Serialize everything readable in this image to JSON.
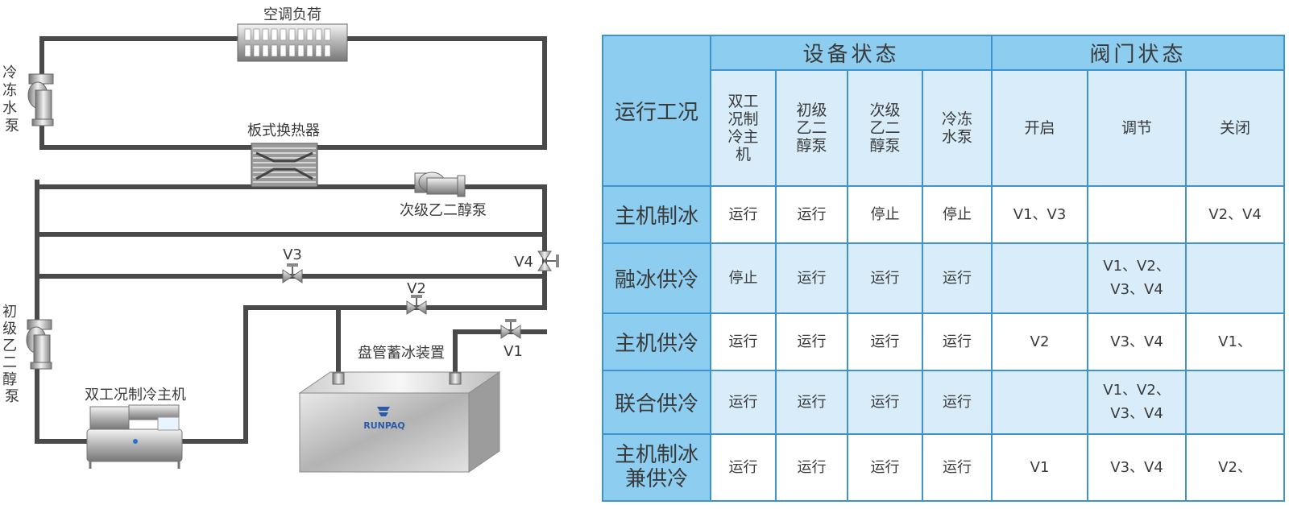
{
  "diagram": {
    "labels": {
      "ac_load": "空调负荷",
      "chilled_pump": "冷冻水泵",
      "plate_hx": "板式换热器",
      "secondary_pump": "次级乙二醇泵",
      "primary_pump": "初级乙二醇泵",
      "chiller": "双工况制冷主机",
      "ice_storage": "盘管蓄冰装置",
      "brand": "RUNPAQ"
    },
    "valves": {
      "v1": "V1",
      "v2": "V2",
      "v3": "V3",
      "v4": "V4"
    }
  },
  "table": {
    "corner": "运行工况",
    "groups": {
      "equipment": "设备状态",
      "valves": "阀门状态"
    },
    "equipment_cols": [
      "双工况制冷主机",
      "初级乙二醇泵",
      "次级乙二醇泵",
      "冷冻水泵"
    ],
    "valve_cols": [
      "开启",
      "调节",
      "关闭"
    ],
    "rows": [
      {
        "mode": "主机制冰",
        "cells": [
          "运行",
          "运行",
          "停止",
          "停止",
          "V1、V3",
          "",
          "V2、V4"
        ]
      },
      {
        "mode": "融冰供冷",
        "cells": [
          "停止",
          "运行",
          "运行",
          "运行",
          "",
          "V1、V2、\nV3、V4",
          ""
        ]
      },
      {
        "mode": "主机供冷",
        "cells": [
          "运行",
          "运行",
          "运行",
          "运行",
          "V2",
          "V3、V4",
          "V1、"
        ]
      },
      {
        "mode": "联合供冷",
        "cells": [
          "运行",
          "运行",
          "运行",
          "运行",
          "",
          "V1、V2、\nV3、V4",
          ""
        ]
      },
      {
        "mode": "主机制冰兼供冷",
        "cells": [
          "运行",
          "运行",
          "运行",
          "运行",
          "V1",
          "V3、V4",
          "V2、"
        ]
      }
    ]
  }
}
